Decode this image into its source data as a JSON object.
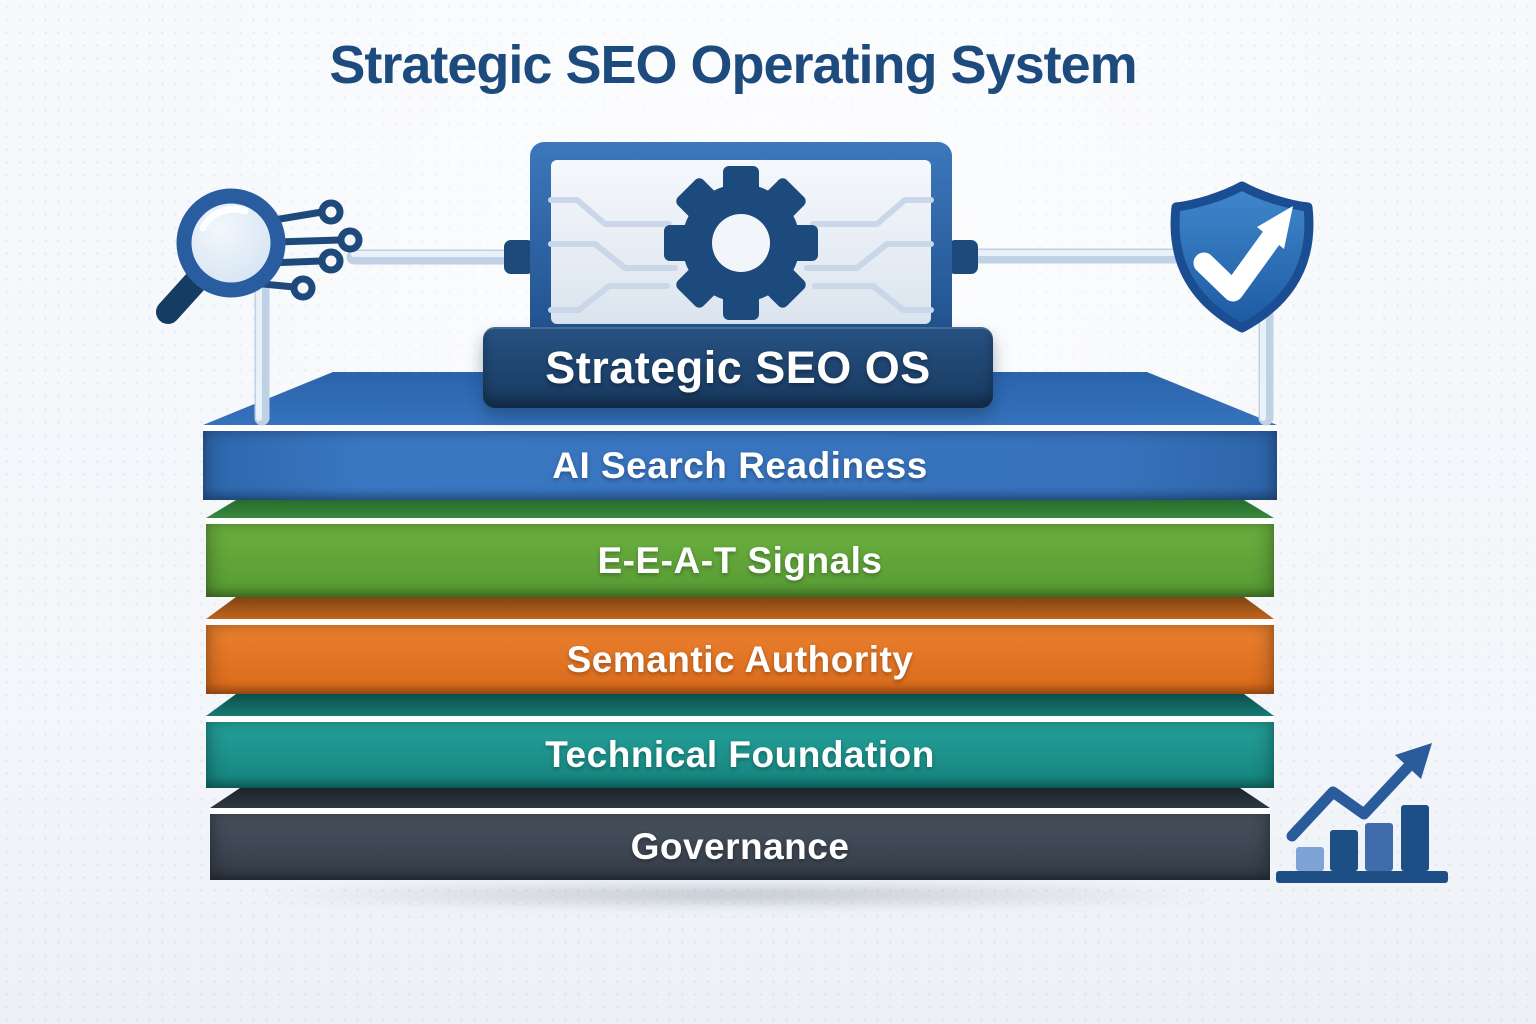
{
  "title": "Strategic SEO Operating System",
  "os_banner": {
    "label": "Strategic SEO OS"
  },
  "stack": {
    "layers": [
      {
        "label": "AI Search Readiness",
        "color": "#336fb8"
      },
      {
        "label": "E-E-A-T Signals",
        "color": "#60a437"
      },
      {
        "label": "Semantic Authority",
        "color": "#e2731f"
      },
      {
        "label": "Technical Foundation",
        "color": "#1f918c"
      },
      {
        "label": "Governance",
        "color": "#3e4854"
      }
    ]
  },
  "icons": {
    "search": "magnifying-glass-with-circuit-nodes",
    "processor": "monitor-with-gear",
    "trust": "shield-with-check-arrow",
    "growth": "bar-chart-with-rising-arrow"
  },
  "colors": {
    "title_text": "#1e4b7d",
    "banner_bg": "#1b4270",
    "accent_navy": "#1d4a7c",
    "tube": "#c3d4e7",
    "background": "#f6f8fb",
    "white_divider": "#ffffff"
  }
}
